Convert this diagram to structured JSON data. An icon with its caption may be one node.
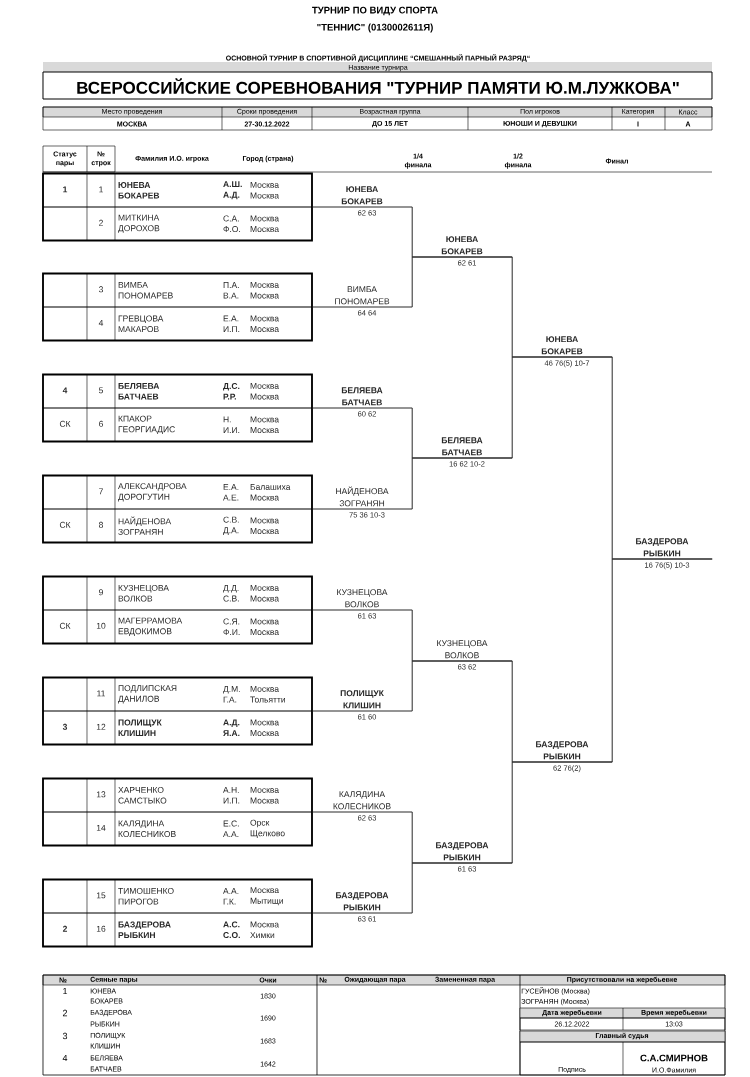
{
  "diagram": {
    "title": "ВСЕРОССИЙСКИЕ СОРЕВНОВАНИЯ \"ТУРНИР ПАМЯТИ Ю.М.ЛУЖКОВА\"",
    "nodes": [
      {
        "text": [],
        "shape": "box"
      },
      {
        "text": [
          "1",
          "1",
          "ЮНЕВА",
          "А.Ш.",
          "Москва",
          "БОКАРЕВ",
          "А.Д.",
          "Москва"
        ],
        "in": 0
      },
      {
        "text": [
          "2",
          "МИТКИНА",
          "С.А.",
          "Москва",
          "ДОРОХОВ",
          "Ф.О.",
          "Москва"
        ],
        "in": 0
      },
      {
        "text": [],
        "shape": "box"
      },
      {
        "text": [
          "3",
          "ВИМБА",
          "П.А.",
          "Москва",
          "ПОНОМАРЕВ",
          "В.А.",
          "Москва"
        ],
        "in": 3
      },
      {
        "text": [
          "4",
          "ГРЕВЦОВА",
          "Е.А.",
          "Москва",
          "МАКАРОВ",
          "И.П.",
          "Москва"
        ],
        "in": 3
      },
      {
        "text": [],
        "shape": "box"
      },
      {
        "text": [
          "4",
          "5",
          "БЕЛЯЕВА",
          "Д.С.",
          "Москва",
          "БАТЧАЕВ",
          "Р.Р.",
          "Москва"
        ],
        "in": 6
      },
      {
        "text": [
          "СК",
          "6",
          "КПАКОР",
          "Н.",
          "Москва",
          "ГЕОРГИАДИС",
          "И.И.",
          "Москва"
        ],
        "in": 6
      },
      {
        "text": [],
        "shape": "box"
      },
      {
        "text": [
          "7",
          "АЛЕКСАНДРОВА",
          "Е.А.",
          "Балашиха",
          "ДОРОГУТИН",
          "А.Е.",
          "Москва"
        ],
        "in": 9
      },
      {
        "text": [
          "СК",
          "8",
          "НАЙДЕНОВА",
          "С.В.",
          "Москва",
          "ЗОГРАНЯН",
          "Д.А.",
          "Москва"
        ],
        "in": 9
      },
      {
        "text": [],
        "shape": "box"
      },
      {
        "text": [
          "9",
          "КУЗНЕЦОВА",
          "Д.Д.",
          "Москва",
          "ВОЛКОВ",
          "С.В.",
          "Москва"
        ],
        "in": 12
      },
      {
        "text": [
          "СК",
          "10",
          "МАГЕРРАМОВА",
          "С.Я.",
          "Москва",
          "ЕВДОКИМОВ",
          "Ф.И.",
          "Москва"
        ],
        "in": 12
      },
      {
        "text": [],
        "shape": "box"
      },
      {
        "text": [
          "11",
          "ПОДЛИПСКАЯ",
          "Д.М.",
          "Москва",
          "ДАНИЛОВ",
          "Г.А.",
          "Тольятти"
        ],
        "in": 15
      },
      {
        "text": [
          "3",
          "12",
          "ПОЛИЩУК",
          "А.Д.",
          "Москва",
          "КЛИШИН",
          "Я.А.",
          "Москва"
        ],
        "in": 15
      },
      {
        "text": [],
        "shape": "box"
      },
      {
        "text": [
          "13",
          "ХАРЧЕНКО",
          "А.Н.",
          "Москва",
          "САМСТЫКО",
          "И.П.",
          "Москва"
        ],
        "in": 18
      },
      {
        "text": [
          "14",
          "КАЛЯДИНА",
          "Е.С.",
          "Орск",
          "КОЛЕСНИКОВ",
          "А.А.",
          "Щелково"
        ],
        "in": 18
      },
      {
        "text": [],
        "shape": "box"
      },
      {
        "text": [
          "15",
          "ТИМОШЕНКО",
          "А.А.",
          "Москва",
          "ПИРОГОВ",
          "Г.К.",
          "Мытищи"
        ],
        "in": 21
      },
      {
        "text": [
          "2",
          "16",
          "БАЗДЕРОВА",
          "А.С.",
          "Москва",
          "РЫБКИН",
          "С.О.",
          "Химки"
        ],
        "in": 21
      },
      {
        "text": [
          "ЮНЕВА",
          "БОКАРЕВ"
        ],
        "beside": [
          "62 63"
        ]
      },
      {
        "text": [
          "ВИМБА",
          "ПОНОМАРЕВ"
        ],
        "beside": [
          "64 64"
        ]
      },
      {
        "text": [
          "БЕЛЯЕВА",
          "БАТЧАЕВ"
        ],
        "beside": [
          "60 62"
        ]
      },
      {
        "text": [
          "НАЙДЕНОВА",
          "ЗОГРАНЯН"
        ],
        "beside": [
          "75 36 10-3"
        ]
      },
      {
        "text": [
          "КУЗНЕЦОВА",
          "ВОЛКОВ"
        ],
        "beside": [
          "61 63"
        ]
      },
      {
        "text": [
          "ПОЛИЩУК",
          "КЛИШИН"
        ],
        "beside": [
          "61 60"
        ]
      },
      {
        "text": [
          "КАЛЯДИНА",
          "КОЛЕСНИКОВ"
        ],
        "beside": [
          "62 63"
        ]
      },
      {
        "text": [
          "БАЗДЕРОВА",
          "РЫБКИН"
        ],
        "beside": [
          "63 61"
        ]
      },
      {
        "text": [
          "ЮНЕВА",
          "БОКАРЕВ"
        ],
        "beside": [
          "62 61"
        ]
      },
      {
        "text": [
          "БЕЛЯЕВА",
          "БАТЧАЕВ"
        ],
        "beside": [
          "16 62 10-2"
        ]
      },
      {
        "text": [
          "КУЗНЕЦОВА",
          "ВОЛКОВ"
        ],
        "beside": [
          "63 62"
        ]
      },
      {
        "text": [
          "БАЗДЕРОВА",
          "РЫБКИН"
        ],
        "beside": [
          "61 63"
        ]
      },
      {
        "text": [
          "ЮНЕВА",
          "БОКАРЕВ"
        ],
        "beside": [
          "46 76(5) 10-7"
        ]
      },
      {
        "text": [
          "БАЗДЕРОВА",
          "РЫБКИН"
        ],
        "beside": [
          "62 76(2)"
        ]
      },
      {
        "text": [
          "БАЗДЕРОВА",
          "РЫБКИН"
        ],
        "beside": [
          "16 76(5) 10-3"
        ]
      }
    ],
    "edges": [
      {
        "from": 0,
        "to": 24,
        "arrow": "none"
      },
      {
        "from": 3,
        "to": 25,
        "arrow": "none"
      },
      {
        "from": 6,
        "to": 26,
        "arrow": "none"
      },
      {
        "from": 9,
        "to": 27,
        "arrow": "none"
      },
      {
        "from": 12,
        "to": 28,
        "arrow": "none"
      },
      {
        "from": 15,
        "to": 29,
        "arrow": "none"
      },
      {
        "from": 18,
        "to": 30,
        "arrow": "none"
      },
      {
        "from": 21,
        "to": 31,
        "arrow": "none"
      },
      {
        "from": 24,
        "to": 32,
        "arrow": "none"
      },
      {
        "from": 25,
        "to": 32,
        "arrow": "none"
      },
      {
        "from": 26,
        "to": 33,
        "arrow": "none"
      },
      {
        "from": 27,
        "to": 33,
        "arrow": "none"
      },
      {
        "from": 28,
        "to": 34,
        "arrow": "none"
      },
      {
        "from": 29,
        "to": 34,
        "arrow": "none"
      },
      {
        "from": 30,
        "to": 35,
        "arrow": "none"
      },
      {
        "from": 31,
        "to": 35,
        "arrow": "none"
      },
      {
        "from": 32,
        "to": 36,
        "arrow": "none"
      },
      {
        "from": 33,
        "to": 36,
        "arrow": "none"
      },
      {
        "from": 34,
        "to": 37,
        "arrow": "none"
      },
      {
        "from": 35,
        "to": 37,
        "arrow": "none"
      },
      {
        "from": 36,
        "to": 38,
        "arrow": "none"
      },
      {
        "from": 37,
        "to": 38,
        "arrow": "none"
      }
    ],
    "labels": [
      "ТУРНИР ПО ВИДУ СПОРТА",
      "\"ТЕННИС\" (0130002611Я)",
      "ОСНОВНОЙ ТУРНИР В СПОРТИВНОЙ ДИСЦИПЛИНЕ “СМЕШАННЫЙ ПАРНЫЙ РАЗРЯД“",
      "Название турнира",
      "Место проведения",
      "Сроки проведения",
      "Возрастная группа",
      "Пол игроков",
      "Категория",
      "Класс",
      "МОСКВА",
      "27-30.12.2022",
      "ДО 15 ЛЕТ",
      "ЮНОШИ И ДЕВУШКИ",
      "I",
      "А",
      "Статус пары",
      "№ строк",
      "Фамилия И.О. игрока",
      "Город (страна)",
      "1/4 финала",
      "1/2 финала",
      "Финал",
      "№",
      "Сеяные пары",
      "Очки",
      "№",
      "Ожидающая пара",
      "Замененная пара",
      "Присутствовали на жеребьевке",
      "1",
      "ЮНЕВА",
      "БОКАРЕВ",
      "1830",
      "2",
      "БАЗДЕРОВА",
      "РЫБКИН",
      "1690",
      "3",
      "ПОЛИЩУК",
      "КЛИШИН",
      "1683",
      "4",
      "БЕЛЯЕВА",
      "БАТЧАЕВ",
      "1642",
      "ГУСЕЙНОВ (Москва)",
      "ЗОГРАНЯН (Москва)",
      "Дата жеребьевки",
      "Время жеребьевки",
      "26.12.2022",
      "13:03",
      "Главный судья",
      "С.А.СМИРНОВ",
      "Подпись",
      "И.О.Фамилия"
    ]
  }
}
